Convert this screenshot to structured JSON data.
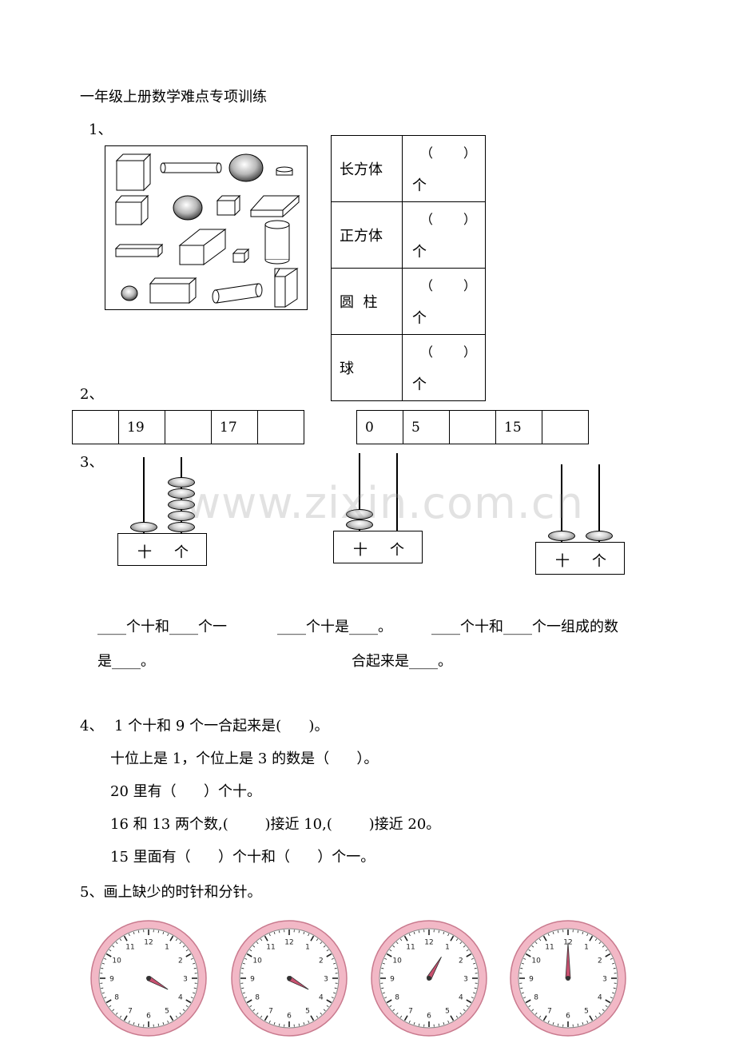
{
  "title": "一年级上册数学难点专项训练",
  "q1": {
    "number": "1、",
    "rows": [
      {
        "name": "长方体",
        "open": "（",
        "close": "）",
        "unit": "个"
      },
      {
        "name": "正方体",
        "open": "（",
        "close": "）",
        "unit": "个"
      },
      {
        "name": "圆  柱",
        "open": "（",
        "close": "）",
        "unit": "个"
      },
      {
        "name": "球",
        "open": "（",
        "close": "）",
        "unit": "个"
      }
    ]
  },
  "q2": {
    "number": "2、",
    "seq_a": [
      "",
      "19",
      "",
      "17",
      ""
    ],
    "seq_b": [
      "0",
      "5",
      "",
      "15",
      ""
    ]
  },
  "q3": {
    "number": "3、",
    "tens_label": "十",
    "ones_label": "个",
    "abaci": [
      {
        "tens": 1,
        "ones": 5
      },
      {
        "tens": 2,
        "ones": 0
      },
      {
        "tens": 1,
        "ones": 1
      }
    ],
    "fill": {
      "a_line1": "____个十和____个一",
      "a_line2": "是____。",
      "b_line1": "____个十是____。",
      "c_line1": "____个十和____个一组成的数",
      "c_line2": "合起来是____。"
    }
  },
  "q4": {
    "number": "4、",
    "items": [
      "1 个十和 9 个一合起来是(      )。",
      "十位上是 1，个位上是 3 的数是（      ）。",
      "20 里有（      ）个十。",
      "16 和 13 两个数,(        )接近 10,(        )接近 20。",
      "15 里面有（      ）个十和（      ）个一。"
    ]
  },
  "q5": {
    "title": "5、画上缺少的时针和分针。",
    "clock_numbers": [
      "12",
      "1",
      "2",
      "3",
      "4",
      "5",
      "6",
      "7",
      "8",
      "9",
      "10",
      "11"
    ],
    "clocks": [
      {
        "hand_angle_deg": 120,
        "hand_length": 0.45
      },
      {
        "hand_angle_deg": 120,
        "hand_length": 0.45
      },
      {
        "hand_angle_deg": 30,
        "hand_length": 0.5
      },
      {
        "hand_angle_deg": 0,
        "hand_length": 0.72
      }
    ],
    "colors": {
      "rim": "#f2b8c6",
      "rim_dark": "#c97a8e",
      "hand": "#c8506f"
    }
  },
  "watermark": "www.zixin.com.cn"
}
